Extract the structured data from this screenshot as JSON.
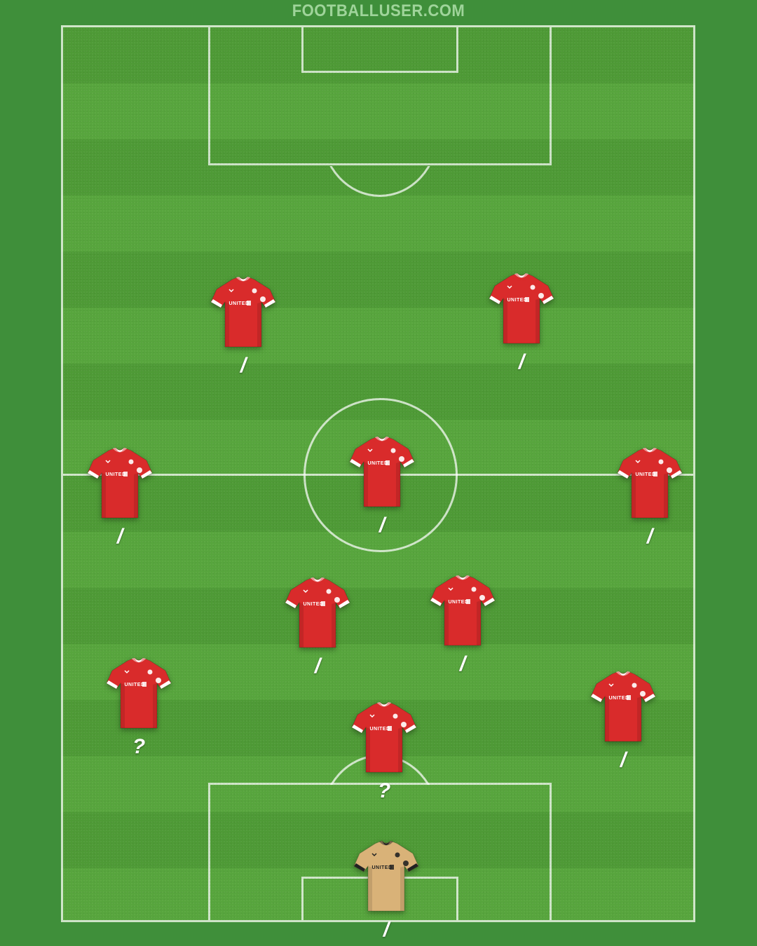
{
  "site": {
    "title": "FOOTBALLUSER.COM"
  },
  "colors": {
    "home_kit": "#d92b2b",
    "home_kit_trim": "#ffffff",
    "keeper_kit": "#d9b278",
    "keeper_kit_trim": "#222222",
    "pitch_light": "#57a53d",
    "pitch_dark": "#4e9a36",
    "background": "#3f8f3a"
  },
  "kit": {
    "sponsor": "UNITED"
  },
  "players": [
    {
      "role": "striker-left",
      "label": "/",
      "kit": "home"
    },
    {
      "role": "striker-right",
      "label": "/",
      "kit": "home"
    },
    {
      "role": "midfield-left",
      "label": "/",
      "kit": "home"
    },
    {
      "role": "midfield-center",
      "label": "/",
      "kit": "home"
    },
    {
      "role": "midfield-right",
      "label": "/",
      "kit": "home"
    },
    {
      "role": "defensive-mid-left",
      "label": "/",
      "kit": "home"
    },
    {
      "role": "defensive-mid-right",
      "label": "/",
      "kit": "home"
    },
    {
      "role": "defender-left",
      "label": "?",
      "kit": "home"
    },
    {
      "role": "defender-center",
      "label": "?",
      "kit": "home"
    },
    {
      "role": "defender-right",
      "label": "/",
      "kit": "home"
    },
    {
      "role": "goalkeeper",
      "label": "/",
      "kit": "keeper"
    }
  ]
}
